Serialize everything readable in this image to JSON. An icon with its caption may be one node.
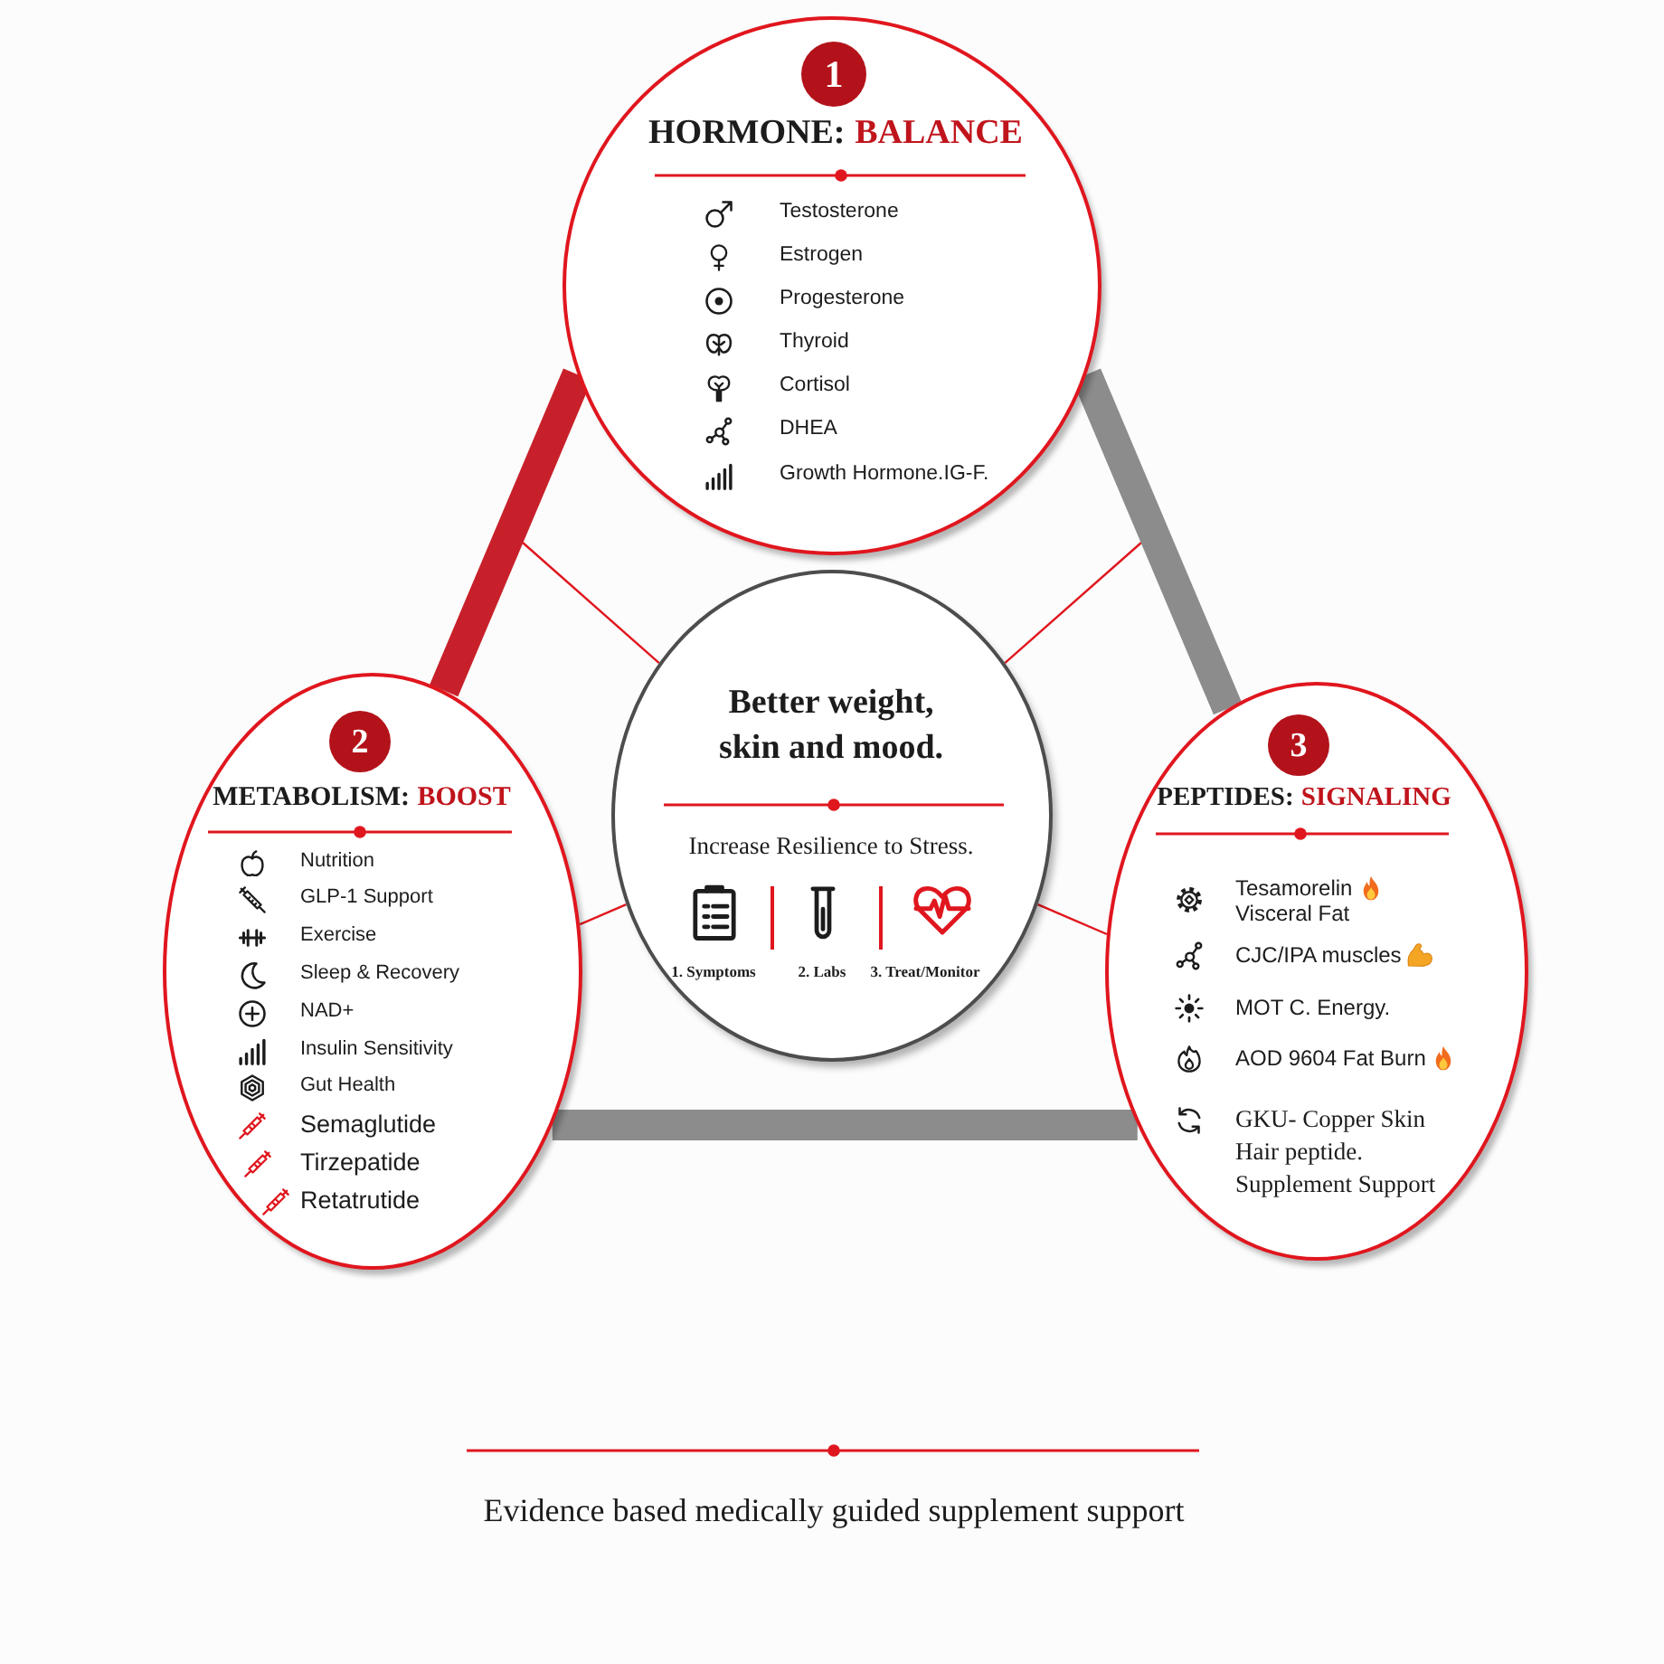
{
  "diagram": {
    "nodes": [
      {
        "text": [
          "HORMONE:",
          "BALANCE",
          "Testosterone",
          "Estrogen",
          "Progesterone",
          "Thyroid",
          "Cortisol",
          "DHEA",
          "Growth Hormone.IG-F."
        ]
      },
      {
        "text": [
          "1"
        ],
        "in": 0
      },
      {
        "text": [
          "METABOLISM:",
          "BOOST",
          "Nutrition",
          "GLP-1 Support",
          "Exercise",
          "Sleep & Recovery",
          "NAD+",
          "Insulin Sensitivity",
          "Gut Health",
          "Semaglutide",
          "Tirzepatide",
          "Retatrutide"
        ]
      },
      {
        "text": [
          "2"
        ],
        "in": 2
      },
      {
        "text": [
          "Better weight, skin and mood.",
          "Increase Resilience to Stress.",
          "1. Symptoms",
          "2. Labs",
          "3. Treat/Monitor"
        ]
      },
      {
        "text": [
          "PEPTIDES:",
          "SIGNALING",
          "Tesamorelin Visceral Fat",
          "CJC/IPA muscles",
          "MOT C. Energy.",
          "AOD 9604 Fat Burn",
          "GKU- Copper Skin Hair peptide. Supplement Support"
        ]
      },
      {
        "text": [
          "3"
        ],
        "in": 5
      }
    ],
    "edges": [
      {
        "from": 0,
        "to": 2,
        "arrow": "none",
        "style": "thick",
        "color": "#c8202a"
      },
      {
        "from": 0,
        "to": 5,
        "arrow": "none",
        "style": "thick",
        "color": "#8c8c8c"
      },
      {
        "from": 2,
        "to": 5,
        "arrow": "none",
        "style": "thick",
        "color": "#8c8c8c"
      },
      {
        "from": 4,
        "to": null,
        "arrow": "none"
      },
      {
        "from": 4,
        "to": null,
        "arrow": "none"
      },
      {
        "from": 4,
        "to": 2,
        "arrow": "none"
      },
      {
        "from": 4,
        "to": 5,
        "arrow": "none"
      }
    ],
    "labels": [
      "Evidence based medically guided supplement support"
    ]
  }
}
